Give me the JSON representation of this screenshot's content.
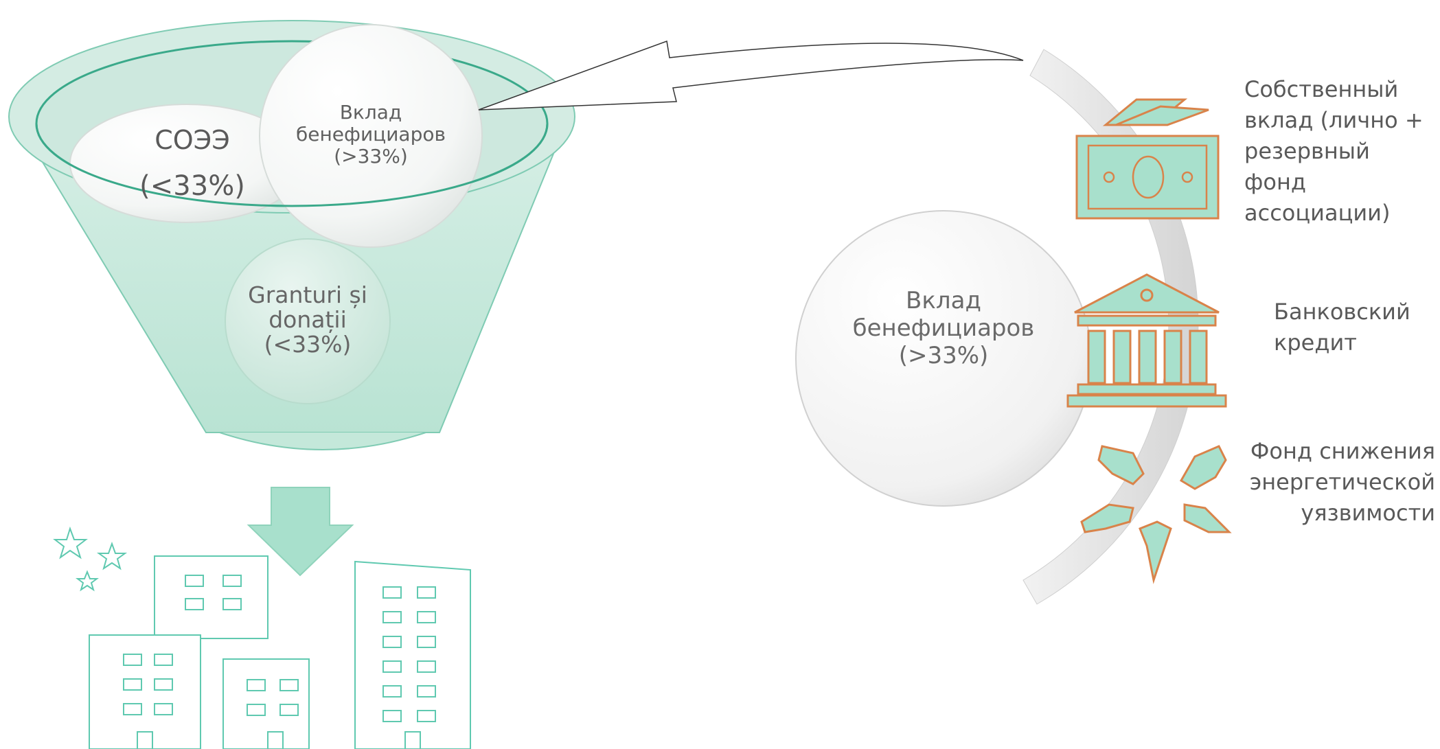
{
  "funnel": {
    "circle_left": {
      "line1": "СОЭЭ",
      "line2": "(<33%)"
    },
    "circle_top_right": {
      "text": "Вклад\nбенефициаров\n(>33%)"
    },
    "circle_bottom": {
      "text": "Granturi și\ndonații\n(<33%)"
    }
  },
  "center_circle": {
    "text": "Вклад\nбенефициаров\n(>33%)"
  },
  "sources": [
    {
      "label": "Собственный\nвклад (лично +\nрезервный\nфонд\nассоциации)",
      "icon": "money-icon"
    },
    {
      "label": "Банковский\nкредит",
      "icon": "bank-icon"
    },
    {
      "label": "Фонд снижения\nэнергетической\nуязвимости",
      "icon": "hands-icon"
    }
  ],
  "colors": {
    "mint": "#a8e0cc",
    "teal_line": "#3aa98a",
    "copper": "#d9834a",
    "gray_text": "#595959"
  }
}
